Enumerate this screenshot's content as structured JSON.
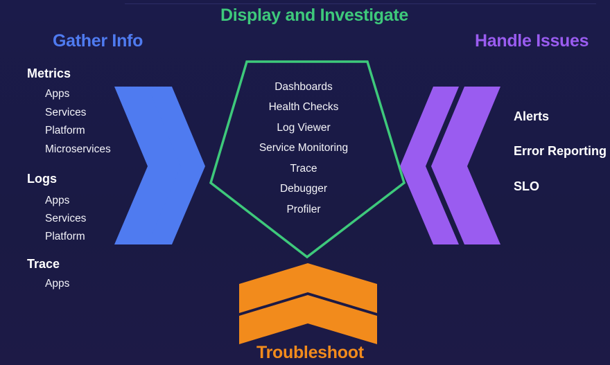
{
  "titles": {
    "display": "Display and Investigate",
    "gather": "Gather Info",
    "handle": "Handle Issues",
    "troubleshoot": "Troubleshoot"
  },
  "colors": {
    "background": "#1b1b4a",
    "display": "#3ec97b",
    "gather": "#4f7bf0",
    "handle": "#9a5cf0",
    "troubleshoot": "#f28b1c",
    "text": "#ffffff"
  },
  "gather": {
    "metrics": {
      "label": "Metrics",
      "items": [
        "Apps",
        "Services",
        "Platform",
        "Microservices"
      ]
    },
    "logs": {
      "label": "Logs",
      "items": [
        "Apps",
        "Services",
        "Platform"
      ]
    },
    "trace": {
      "label": "Trace",
      "items": [
        "Apps"
      ]
    }
  },
  "display": {
    "items": [
      "Dashboards",
      "Health Checks",
      "Log Viewer",
      "Service Monitoring",
      "Trace",
      "Debugger",
      "Profiler"
    ]
  },
  "handle": {
    "items": [
      "Alerts",
      "Error Reporting",
      "SLO"
    ]
  },
  "icons": {
    "left_arrows": "chevron-right-icon",
    "right_arrows": "chevron-left-icon",
    "bottom_arrows": "chevron-up-icon",
    "center_shape": "pentagon-outline"
  }
}
